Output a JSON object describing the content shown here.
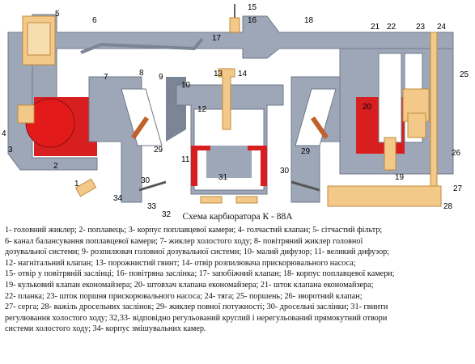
{
  "diagram": {
    "inset_title": "Схема карбюратора  К - 88А",
    "callouts": [
      "1",
      "2",
      "3",
      "4",
      "5",
      "6",
      "7",
      "8",
      "9",
      "10",
      "11",
      "12",
      "13",
      "14",
      "15",
      "16",
      "17",
      "18",
      "19",
      "20",
      "21",
      "22",
      "23",
      "24",
      "25",
      "26",
      "27",
      "28",
      "29",
      "29",
      "30",
      "30",
      "31",
      "32",
      "33",
      "34"
    ]
  },
  "legend": {
    "lines": [
      "1- головний жиклер; 2- поплавець; 3- корпус поплавцевої камери; 4- голчастий клапан; 5- сітчастий фільтр;",
      "6- канал балансування поплавцевої камери; 7- жиклер холостого ходу; 8- повітряний жиклер головної",
      "дозувальної системи; 9- розпилювач головної дозувальної системи; 10- малий дифузор; 11- великий дифузор;",
      "12- нагнітальний клапан; 13- порожнистий гвинт; 14- отвір розпилювача прискорювального насоса;",
      "15- отвір у повітряній заслінці; 16- повітряна заслінка; 17- запобіжний клапан; 18- корпус поплавцевої камери;",
      "19- кульковий клапан економайзера; 20- штовхач клапана економайзера; 21- шток клапана економайзера;",
      "22- планка; 23- шток поршня прискорювального насоса; 24- тяга; 25- поршень; 26- зворотний клапан;",
      "27- серга; 28- важіль дросельних заслінок; 29- жиклер повної потужності; 30- дросельні заслінки; 31- гвинти",
      "регулювання холостого ходу; 32,33- відповідно регульований круглий і нерегульований прямокутний отвори",
      "системи холостого ходу; 34- корпус змішувальних камер."
    ]
  },
  "colors": {
    "body_gray": "#9ea7b8",
    "body_dark": "#7b8596",
    "fuel_red": "#d81f1f",
    "float_red": "#e21a1a",
    "brass": "#f3c98a",
    "brass_dark": "#c08a3a",
    "white_bg": "#ffffff"
  }
}
